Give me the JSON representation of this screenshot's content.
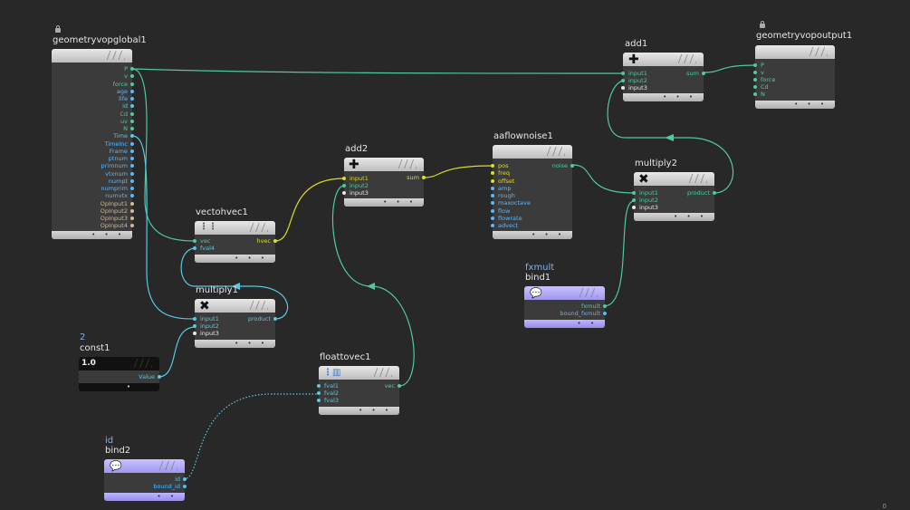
{
  "nodes": {
    "geometryvopglobal1": {
      "title": "geometryvopglobal1",
      "outputs": [
        "P",
        "v",
        "force",
        "age",
        "life",
        "id",
        "Cd",
        "uv",
        "N",
        "Time",
        "TimeInc",
        "Frame",
        "ptnum",
        "primnum",
        "vtxnum",
        "numpt",
        "numprim",
        "numvtx",
        "OpInput1",
        "OpInput2",
        "OpInput3",
        "OpInput4"
      ]
    },
    "add1": {
      "title": "add1",
      "inputs": [
        "input1",
        "input2",
        "input3"
      ],
      "outputs": [
        "sum"
      ]
    },
    "geometryvopoutput1": {
      "title": "geometryvopoutput1",
      "inputs": [
        "P",
        "v",
        "force",
        "Cd",
        "N"
      ]
    },
    "aaflownoise1": {
      "title": "aaflownoise1",
      "inputs": [
        "pos",
        "freq",
        "offset",
        "amp",
        "rough",
        "maxoctave",
        "flow",
        "flowrate",
        "advect"
      ],
      "outputs": [
        "noise"
      ]
    },
    "add2": {
      "title": "add2",
      "inputs": [
        "input1",
        "input2",
        "input3"
      ],
      "outputs": [
        "sum"
      ]
    },
    "multiply2": {
      "title": "multiply2",
      "inputs": [
        "input1",
        "input2",
        "input3"
      ],
      "outputs": [
        "product"
      ]
    },
    "vectohvec1": {
      "title": "vectohvec1",
      "inputs": [
        "vec",
        "fval4"
      ],
      "outputs": [
        "hvec"
      ]
    },
    "multiply1": {
      "title": "multiply1",
      "inputs": [
        "input1",
        "input2",
        "input3"
      ],
      "outputs": [
        "product"
      ]
    },
    "const1": {
      "title": "const1",
      "value_label": "2",
      "icon_text": "1.0",
      "outputs": [
        "Value"
      ]
    },
    "bind1": {
      "title": "bind1",
      "subtitle": "fxmult",
      "outputs": [
        "fxmult",
        "bound_fxmult"
      ]
    },
    "floattovec1": {
      "title": "floattovec1",
      "inputs": [
        "fval1",
        "fval2",
        "fval3"
      ],
      "outputs": [
        "vec"
      ]
    },
    "bind2": {
      "title": "bind2",
      "subtitle": "id",
      "outputs": [
        "id",
        "bound_id"
      ]
    }
  },
  "corner_text": "0",
  "colors": {
    "background": "#282828",
    "vector_wire": "#4fc9a0",
    "hvector_wire": "#dddd22",
    "float_port": "#58b8ff",
    "int_wire": "#58c8e0"
  }
}
